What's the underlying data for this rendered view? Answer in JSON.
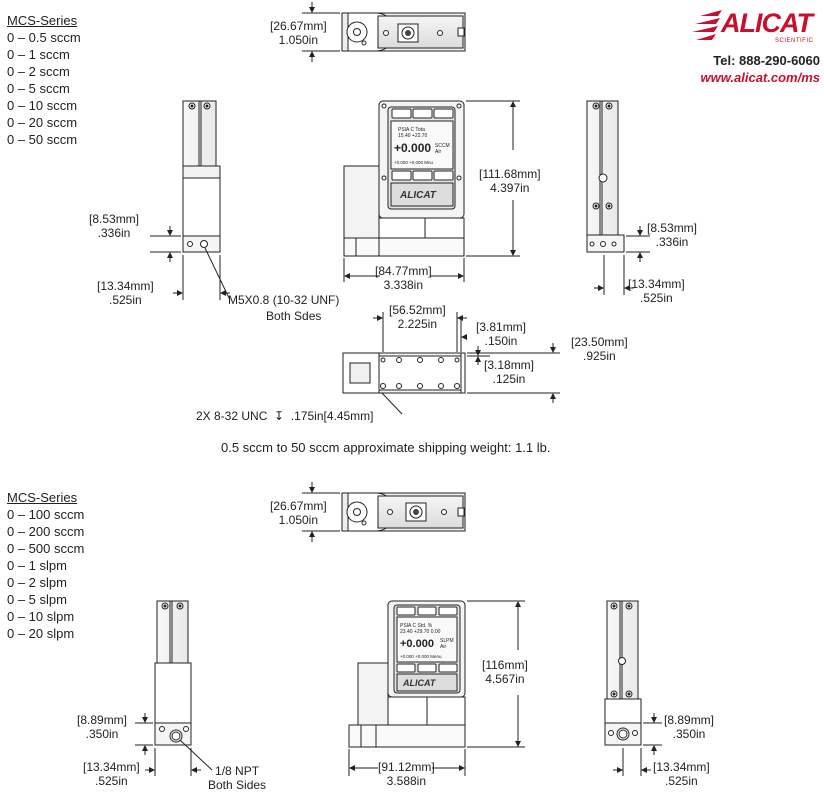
{
  "section1": {
    "heading": "MCS-Series",
    "ranges": [
      "0 – 0.5 sccm",
      "0 – 1 sccm",
      "0 – 2 sccm",
      "0 – 5 sccm",
      "0 – 10 sccm",
      "0 – 20 sccm",
      "0 – 50 sccm"
    ],
    "dims": {
      "top_height_mm": "[26.67mm]",
      "top_height_in": "1.050in",
      "total_height_mm": "[111.68mm]",
      "total_height_in": "4.397in",
      "left_port_mm": "[8.53mm]",
      "left_port_in": ".336in",
      "right_port_mm": "[8.53mm]",
      "right_port_in": ".336in",
      "left_width_mm": "[13.34mm]",
      "left_width_in": ".525in",
      "right_width_mm": "[13.34mm]",
      "right_width_in": ".525in",
      "front_width_mm": "[84.77mm]",
      "front_width_in": "3.338in",
      "hole_span_mm": "[56.52mm]",
      "hole_span_in": "2.225in",
      "hole_offset_mm": "[3.81mm]",
      "hole_offset_in": ".150in",
      "base_depth_mm": "[23.50mm]",
      "base_depth_in": ".925in",
      "base_offset_mm": "[3.18mm]",
      "base_offset_in": ".125in"
    },
    "port_note": "M5X0.8   (10-32 UNF)",
    "port_note2": "Both Sdes",
    "mount_note": "2X 8-32 UNC",
    "mount_depth": ".175in[4.45mm]",
    "weight": "0.5 sccm to 50 sccm approximate shipping weight: 1.1 lb."
  },
  "section2": {
    "heading": "MCS-Series",
    "ranges": [
      "0 – 100 sccm",
      "0 – 200 sccm",
      "0 – 500 sccm",
      "0 – 1 slpm",
      "0 – 2 slpm",
      "0 – 5 slpm",
      "0 – 10 slpm",
      "0 – 20 slpm"
    ],
    "dims": {
      "top_height_mm": "[26.67mm]",
      "top_height_in": "1.050in",
      "total_height_mm": "[116mm]",
      "total_height_in": "4.567in",
      "left_port_mm": "[8.89mm]",
      "left_port_in": ".350in",
      "right_port_mm": "[8.89mm]",
      "right_port_in": ".350in",
      "left_width_mm": "[13.34mm]",
      "left_width_in": ".525in",
      "right_width_mm": "[13.34mm]",
      "right_width_in": ".525in",
      "front_width_mm": "[91.12mm]",
      "front_width_in": "3.588in"
    },
    "port_note": "1/8 NPT",
    "port_note2": "Both Sides"
  },
  "brand": {
    "logo": "ALICAT",
    "logo_sub": "SCIENTIFIC",
    "phone": "Tel: 888-290-6060",
    "web": "www.alicat.com/ms",
    "accent_color": "#c8102e"
  }
}
